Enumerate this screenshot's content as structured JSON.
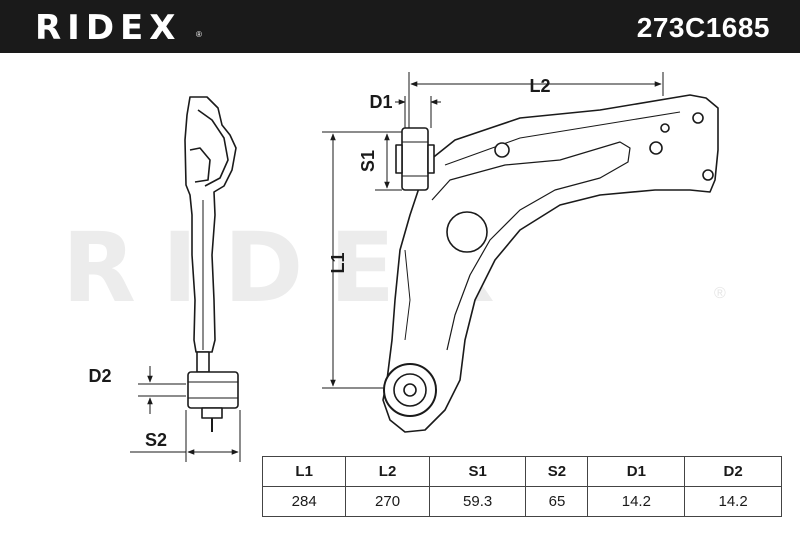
{
  "header": {
    "brand": "RIDEX",
    "brand_mark": "®",
    "part_number": "273C1685"
  },
  "watermark": {
    "text": "RIDEX",
    "mark": "®"
  },
  "dimensions": {
    "labels": {
      "d1": "D1",
      "s1": "S1",
      "l1": "L1",
      "l2": "L2",
      "d2": "D2",
      "s2": "S2"
    }
  },
  "specs": {
    "columns": [
      "L1",
      "L2",
      "S1",
      "S2",
      "D1",
      "D2"
    ],
    "values": [
      "284",
      "270",
      "59.3",
      "65",
      "14.2",
      "14.2"
    ]
  },
  "colors": {
    "header_bg": "#1a1a1a",
    "ink": "#1a1a1a",
    "watermark": "#ececec"
  }
}
